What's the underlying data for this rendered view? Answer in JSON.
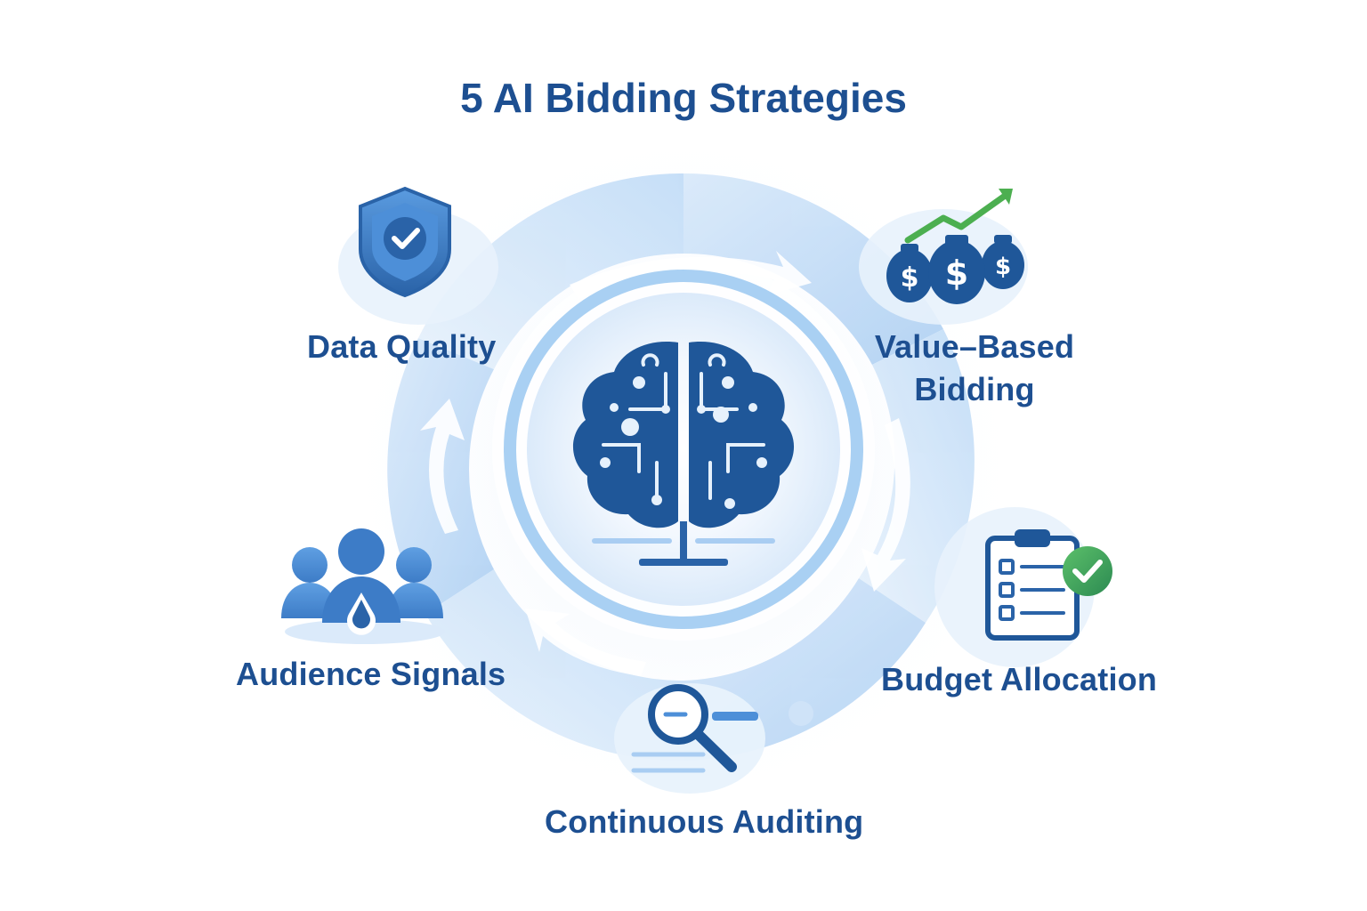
{
  "title": "5 AI Bidding Strategies",
  "center": {
    "icon": "brain-circuit-icon"
  },
  "strategies": [
    {
      "label": "Data Quality",
      "icon": "shield-check-icon"
    },
    {
      "label_line1": "Value–Based",
      "label_line2": "Bidding",
      "icon": "money-bags-growth-icon"
    },
    {
      "label": "Budget Allocation",
      "icon": "clipboard-checklist-icon"
    },
    {
      "label": "Continuous Auditing",
      "icon": "magnifying-glass-icon"
    },
    {
      "label": "Audience Signals",
      "icon": "audience-group-icon"
    }
  ],
  "colors": {
    "primary": "#1d4f91",
    "icon_blue": "#2a63a8",
    "light_blue": "#cfe3f8",
    "pale_blue": "#e8f2fc",
    "growth_green": "#4caf50"
  }
}
